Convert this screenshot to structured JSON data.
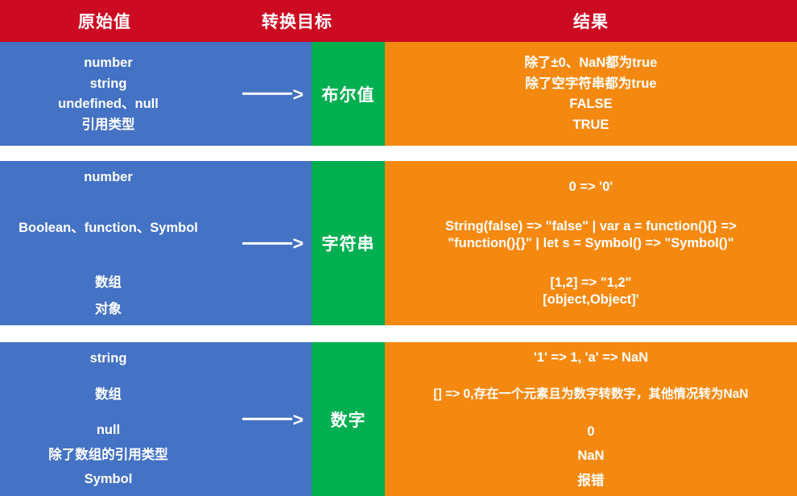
{
  "header": {
    "source_label": "原始值",
    "target_label": "转换目标",
    "result_label": "结果"
  },
  "arrow_glyph": ">",
  "colors": {
    "header_red": "#CC0A22",
    "source_blue": "#4472C4",
    "target_green": "#00AF50",
    "result_orange": "#F5890F",
    "text_white": "#FFFFFF"
  },
  "rows": [
    {
      "target": "布尔值",
      "sources": [
        "number",
        "string",
        "undefined、null",
        "引用类型"
      ],
      "results": [
        "除了±0、NaN都为true",
        "除了空字符串都为true",
        "FALSE",
        "TRUE"
      ]
    },
    {
      "target": "字符串",
      "sources": [
        "number",
        "Boolean、function、Symbol",
        "数组",
        "对象"
      ],
      "results": [
        "0 => '0'",
        "String(false) => \"false\" | var a = function(){} =>",
        "\"function(){}\" | let s = Symbol() => \"Symbol()\"",
        "[1,2] => \"1,2\"",
        "[object,Object]'"
      ]
    },
    {
      "target": "数字",
      "sources": [
        "string",
        "数组",
        "null",
        "除了数组的引用类型",
        "Symbol"
      ],
      "results": [
        "'1' => 1, 'a' => NaN",
        "[] => 0,存在一个元素且为数字转数字，其他情况转为NaN",
        "0",
        "NaN",
        "报错"
      ]
    }
  ]
}
